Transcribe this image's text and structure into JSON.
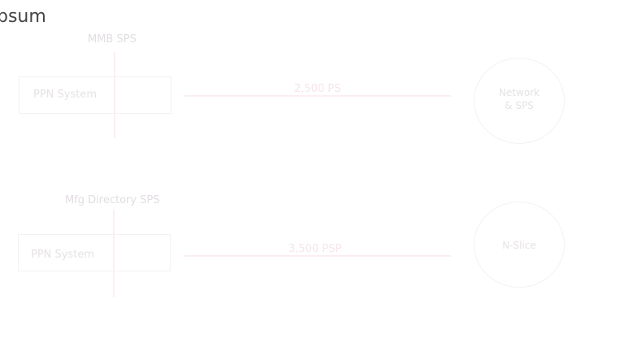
{
  "heading": "psum",
  "rows": [
    {
      "caption": "MMB SPS",
      "system_label": "PPN System",
      "link_label": "2,500 PS",
      "node_lines": [
        "Network",
        "& SPS"
      ]
    },
    {
      "caption": "Mfg Directory SPS",
      "system_label": "PPN System",
      "link_label": "3,500 PSP",
      "node_lines": [
        "N-Slice"
      ]
    }
  ],
  "colors": {
    "heading": "#444444",
    "faint_text": "#e6e2e5",
    "faint_pink": "#fbeef2",
    "outline": "#f5f1f3"
  }
}
